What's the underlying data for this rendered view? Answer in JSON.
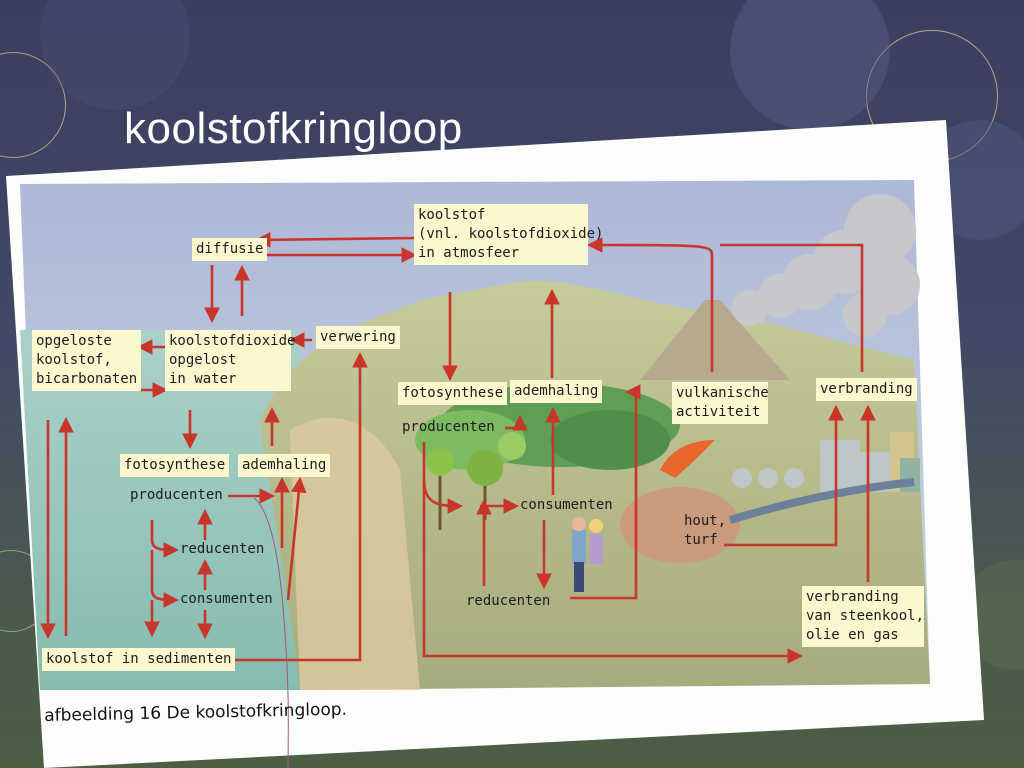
{
  "slide": {
    "title": "koolstofkringloop"
  },
  "diagram": {
    "labels": {
      "atmosphere": "koolstof\n(vnl. koolstofdioxide)\nin atmosfeer",
      "diffusion": "diffusie",
      "dissolved_carbon": "opgeloste\nkoolstof,\nbicarbonaten",
      "co2_in_water": "koolstofdioxide\nopgelost\nin water",
      "weathering": "verwering",
      "photosynthesis_water": "fotosynthese",
      "respiration_water": "ademhaling",
      "producers_water": "producenten",
      "decomposers_water": "reducenten",
      "consumers_water": "consumenten",
      "carbon_in_sediments": "koolstof in sedimenten",
      "photosynthesis_land": "fotosynthese",
      "respiration_land": "ademhaling",
      "producers_land": "producenten",
      "consumers_land": "consumenten",
      "decomposers_land": "reducenten",
      "volcanic_activity": "vulkanische\nactiviteit",
      "combustion": "verbranding",
      "wood_peat": "hout,\nturf",
      "fossil_combustion": "verbranding\nvan steenkool,\nolie en gas"
    },
    "caption": "afbeelding 16 De koolstofkringloop."
  }
}
